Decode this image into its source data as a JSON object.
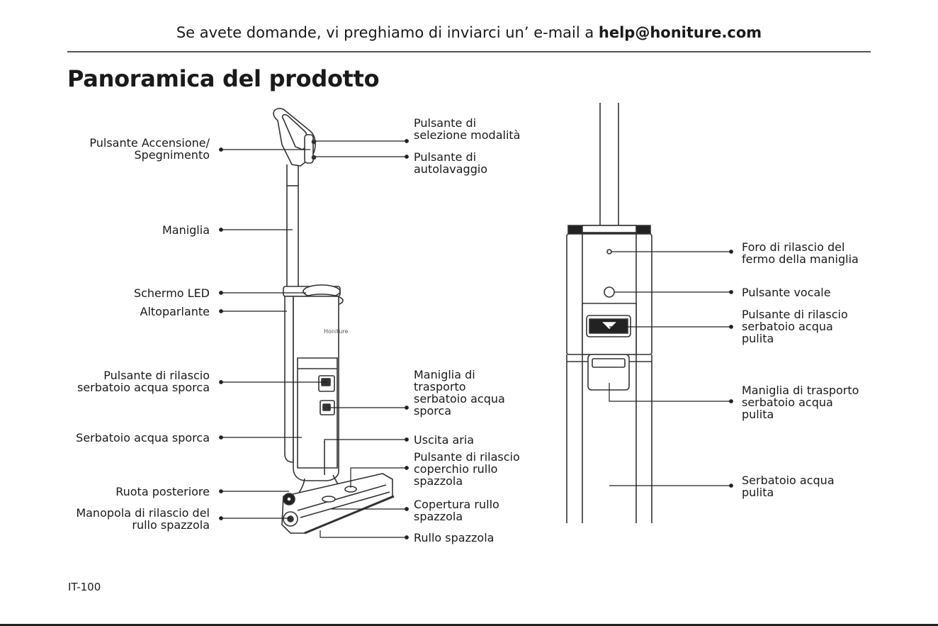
{
  "header": {
    "text": "Se avete domande, vi preghiamo di inviarci un’ e-mail a ",
    "email": "help@honiture.com"
  },
  "title": "Panoramica del prodotto",
  "footer": {
    "page": "IT-100"
  },
  "left_figure": {
    "brand_on_body": "Honiture",
    "labels_left": [
      "Pulsante Accensione/\nSpegnimento",
      "Maniglia",
      "Schermo LED",
      "Altoparlante",
      "Pulsante di rilascio\nserbatoio acqua sporca",
      "Serbatoio acqua sporca",
      "Ruota posteriore",
      "Manopola di rilascio del\nrullo spazzola"
    ],
    "labels_right": [
      "Pulsante di\nselezione modalità",
      "Pulsante di\nautolavaggio",
      "Maniglia di\ntrasporto\nserbatoio acqua\nsporca",
      "Uscita aria",
      "Pulsante di rilascio\ncoperchio rullo\nspazzola",
      "Copertura rullo\nspazzola",
      "Rullo spazzola"
    ]
  },
  "right_figure": {
    "labels": [
      "Foro di rilascio del\nfermo della maniglia",
      "Pulsante vocale",
      "Pulsante di rilascio\nserbatoio acqua\npulita",
      "Maniglia di trasporto\nserbatoio acqua\npulita",
      "Serbatoio acqua\npulita"
    ]
  }
}
